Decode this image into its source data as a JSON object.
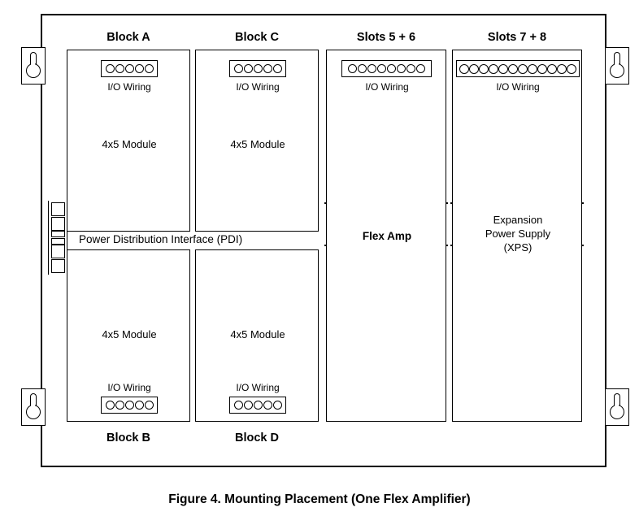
{
  "figure": {
    "caption": "Figure 4. Mounting Placement (One Flex Amplifier)"
  },
  "enclosure": {
    "name": "mounting-enclosure",
    "mounting_brackets": [
      {
        "position": "top-left",
        "icon": "keyhole-slot-icon"
      },
      {
        "position": "top-right",
        "icon": "keyhole-slot-icon"
      },
      {
        "position": "bottom-left",
        "icon": "keyhole-slot-icon"
      },
      {
        "position": "bottom-right",
        "icon": "keyhole-slot-icon"
      }
    ]
  },
  "column_labels": {
    "block_a": "Block A",
    "block_c": "Block C",
    "slots_5_6": "Slots 5 + 6",
    "slots_7_8": "Slots 7 + 8",
    "block_b": "Block B",
    "block_d": "Block D"
  },
  "common": {
    "io_wiring": "I/O Wiring",
    "module_4x5": "4x5 Module"
  },
  "panels": {
    "block_a": {
      "title": "Block A",
      "module_label": "4x5 Module",
      "io_label": "I/O Wiring",
      "io_pin_count": 5,
      "io_position": "top"
    },
    "block_b": {
      "title": "Block B",
      "module_label": "4x5 Module",
      "io_label": "I/O Wiring",
      "io_pin_count": 5,
      "io_position": "bottom"
    },
    "block_c": {
      "title": "Block C",
      "module_label": "4x5 Module",
      "io_label": "I/O Wiring",
      "io_pin_count": 5,
      "io_position": "top"
    },
    "block_d": {
      "title": "Block D",
      "module_label": "4x5 Module",
      "io_label": "I/O Wiring",
      "io_pin_count": 5,
      "io_position": "bottom"
    },
    "flex_amp": {
      "title": "Slots 5 + 6",
      "body_label": "Flex Amp",
      "io_label": "I/O Wiring",
      "io_pin_count": 8,
      "io_position": "top"
    },
    "xps": {
      "title": "Slots 7 + 8",
      "body_line1": "Expansion",
      "body_line2": "Power Supply",
      "body_line3": "(XPS)",
      "io_label": "I/O Wiring",
      "io_pin_count": 12,
      "io_position": "top"
    }
  },
  "pdi": {
    "label": "Power Distribution Interface (PDI)",
    "connector_stack": [
      "square",
      "square",
      "bar",
      "bar",
      "square",
      "square"
    ]
  },
  "colors": {
    "stroke": "#000000",
    "background": "#ffffff",
    "text": "#000000"
  }
}
